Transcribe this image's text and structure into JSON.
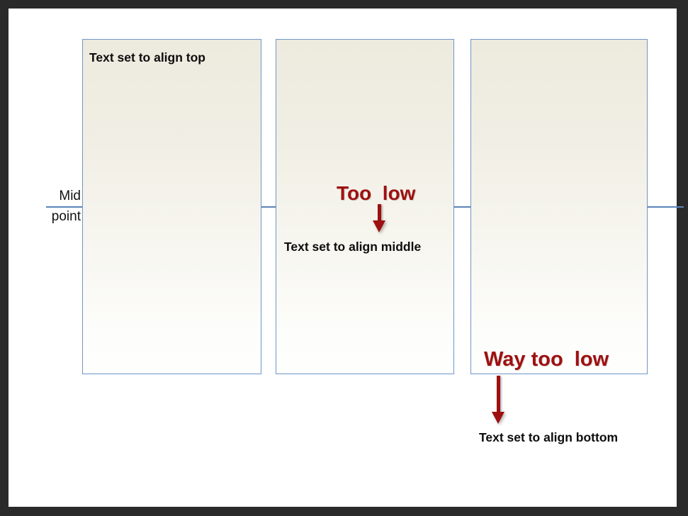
{
  "slide": {
    "background_color": "#ffffff",
    "frame_color": "#2a2a2a"
  },
  "midpoint": {
    "label": "Mid\npoint",
    "line_color": "#5b83b8"
  },
  "boxes": [
    {
      "id": "top",
      "text": "Text set to align top",
      "alignment": "top",
      "border_color": "#6f96c7",
      "fill_top_color": "#edeade",
      "fill_bottom_color": "#fefefd"
    },
    {
      "id": "middle",
      "text": "Text set to align middle",
      "alignment": "middle",
      "border_color": "#6f96c7",
      "fill_top_color": "#edeade",
      "fill_bottom_color": "#fefefd"
    },
    {
      "id": "bottom",
      "text": "Text set to align bottom",
      "alignment": "bottom",
      "border_color": "#6f96c7",
      "fill_top_color": "#edeade",
      "fill_bottom_color": "#fefefd"
    }
  ],
  "callouts": [
    {
      "id": "too-low",
      "label": "Too  low",
      "color": "#9e1010",
      "points_to": "middle"
    },
    {
      "id": "way-too-low",
      "label": "Way too  low",
      "color": "#9e1010",
      "points_to": "bottom"
    }
  ]
}
